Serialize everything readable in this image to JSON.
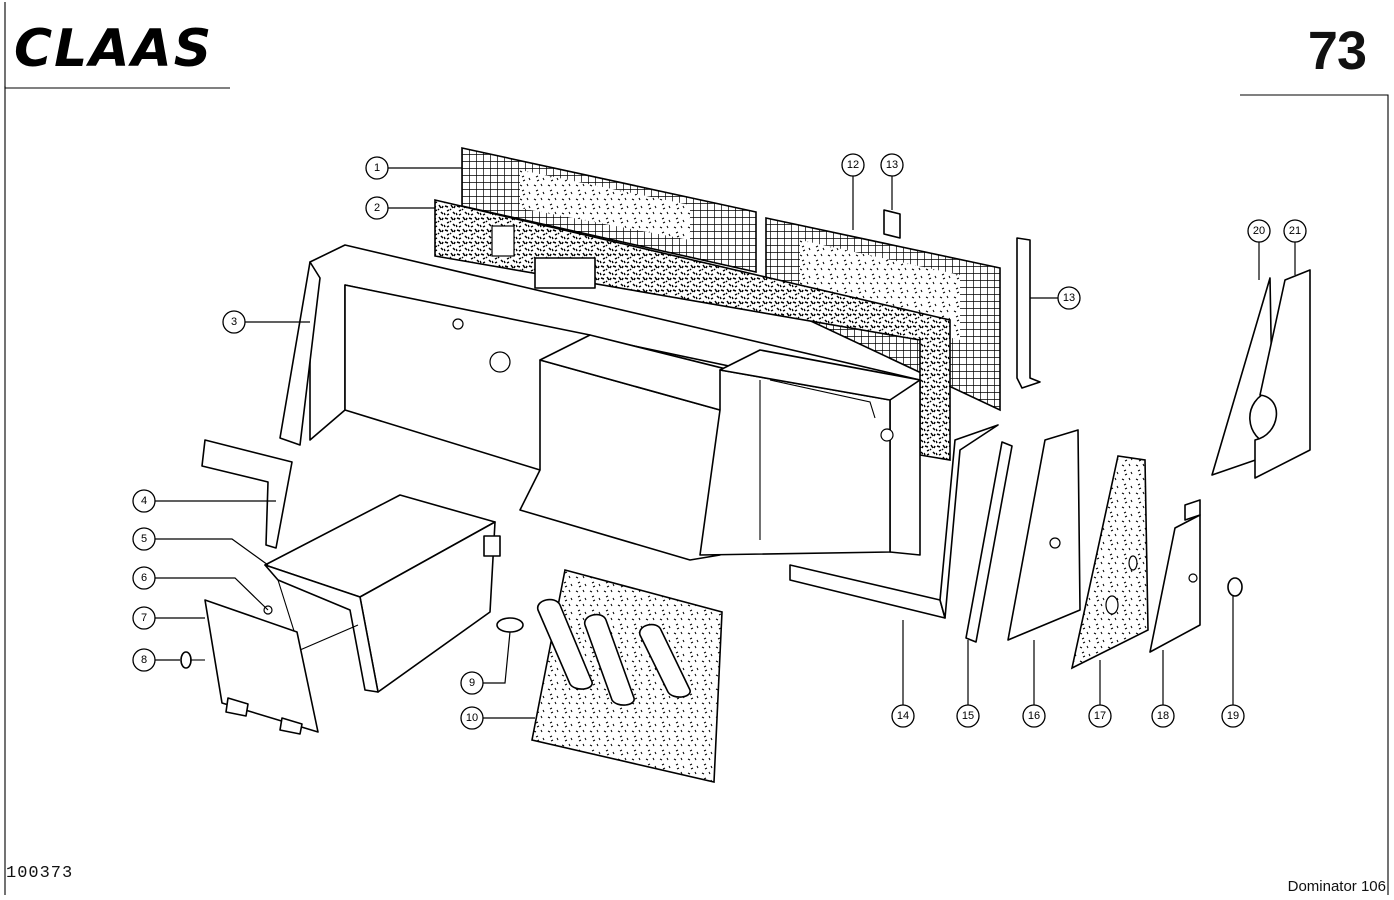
{
  "header": {
    "brand": "CLAAS",
    "page_number": "73"
  },
  "footer": {
    "drawing_number": "100373",
    "model": "Dominator 106"
  },
  "callouts": [
    {
      "id": "c1",
      "label": "1"
    },
    {
      "id": "c2",
      "label": "2"
    },
    {
      "id": "c3",
      "label": "3"
    },
    {
      "id": "c4",
      "label": "4"
    },
    {
      "id": "c5",
      "label": "5"
    },
    {
      "id": "c6",
      "label": "6"
    },
    {
      "id": "c7",
      "label": "7"
    },
    {
      "id": "c8",
      "label": "8"
    },
    {
      "id": "c9",
      "label": "9"
    },
    {
      "id": "c10",
      "label": "10"
    },
    {
      "id": "c12",
      "label": "12"
    },
    {
      "id": "c13a",
      "label": "13"
    },
    {
      "id": "c13b",
      "label": "13"
    },
    {
      "id": "c14",
      "label": "14"
    },
    {
      "id": "c15",
      "label": "15"
    },
    {
      "id": "c16",
      "label": "16"
    },
    {
      "id": "c17",
      "label": "17"
    },
    {
      "id": "c18",
      "label": "18"
    },
    {
      "id": "c19",
      "label": "19"
    },
    {
      "id": "c20",
      "label": "20"
    },
    {
      "id": "c21",
      "label": "21"
    }
  ]
}
